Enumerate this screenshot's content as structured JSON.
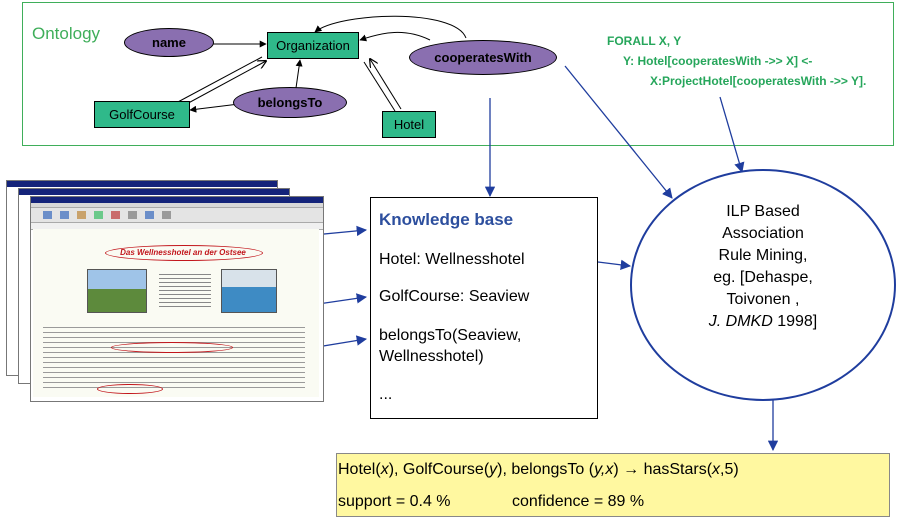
{
  "ontology": {
    "label": "Ontology",
    "nodes": {
      "name": "name",
      "organization": "Organization",
      "cooperates_with": "cooperatesWith",
      "golf_course": "GolfCourse",
      "belongs_to": "belongsTo",
      "hotel": "Hotel"
    },
    "rule": [
      "FORALL X, Y",
      "Y: Hotel[cooperatesWith ->> X] <-",
      "X:ProjectHotel[cooperatesWith ->> Y]."
    ]
  },
  "knowledge_base": {
    "title": "Knowledge base",
    "lines": [
      "Hotel: Wellnesshotel",
      "GolfCourse: Seaview",
      "belongsTo(Seaview,",
      "Wellnesshotel)",
      "..."
    ]
  },
  "ilp": {
    "lines": [
      "ILP Based",
      "Association",
      "Rule Mining,",
      "eg. [Dehaspe,",
      "Toivonen ,"
    ],
    "citation_journal": "J. DMKD",
    "citation_year": " 1998]"
  },
  "result": {
    "line1_parts": [
      "Hotel(",
      "x",
      "),  GolfCourse(",
      "y",
      "), belongsTo (",
      "y,x",
      ")  →  hasStars(",
      "x",
      ",5)"
    ],
    "support": "support = 0.4 %",
    "confidence": "confidence = 89 %"
  },
  "webpage": {
    "heading": "Das Wellnesshotel an der Ostsee"
  },
  "colors": {
    "ontology_green": "#3fae5a",
    "node_green": "#2fb98a",
    "node_purple": "#8a6fb0",
    "kb_title_blue": "#2d4f9e",
    "arrow_blue": "#1f3d9e",
    "result_yellow": "#fff8a0",
    "page_heading_red": "#c2161c"
  }
}
